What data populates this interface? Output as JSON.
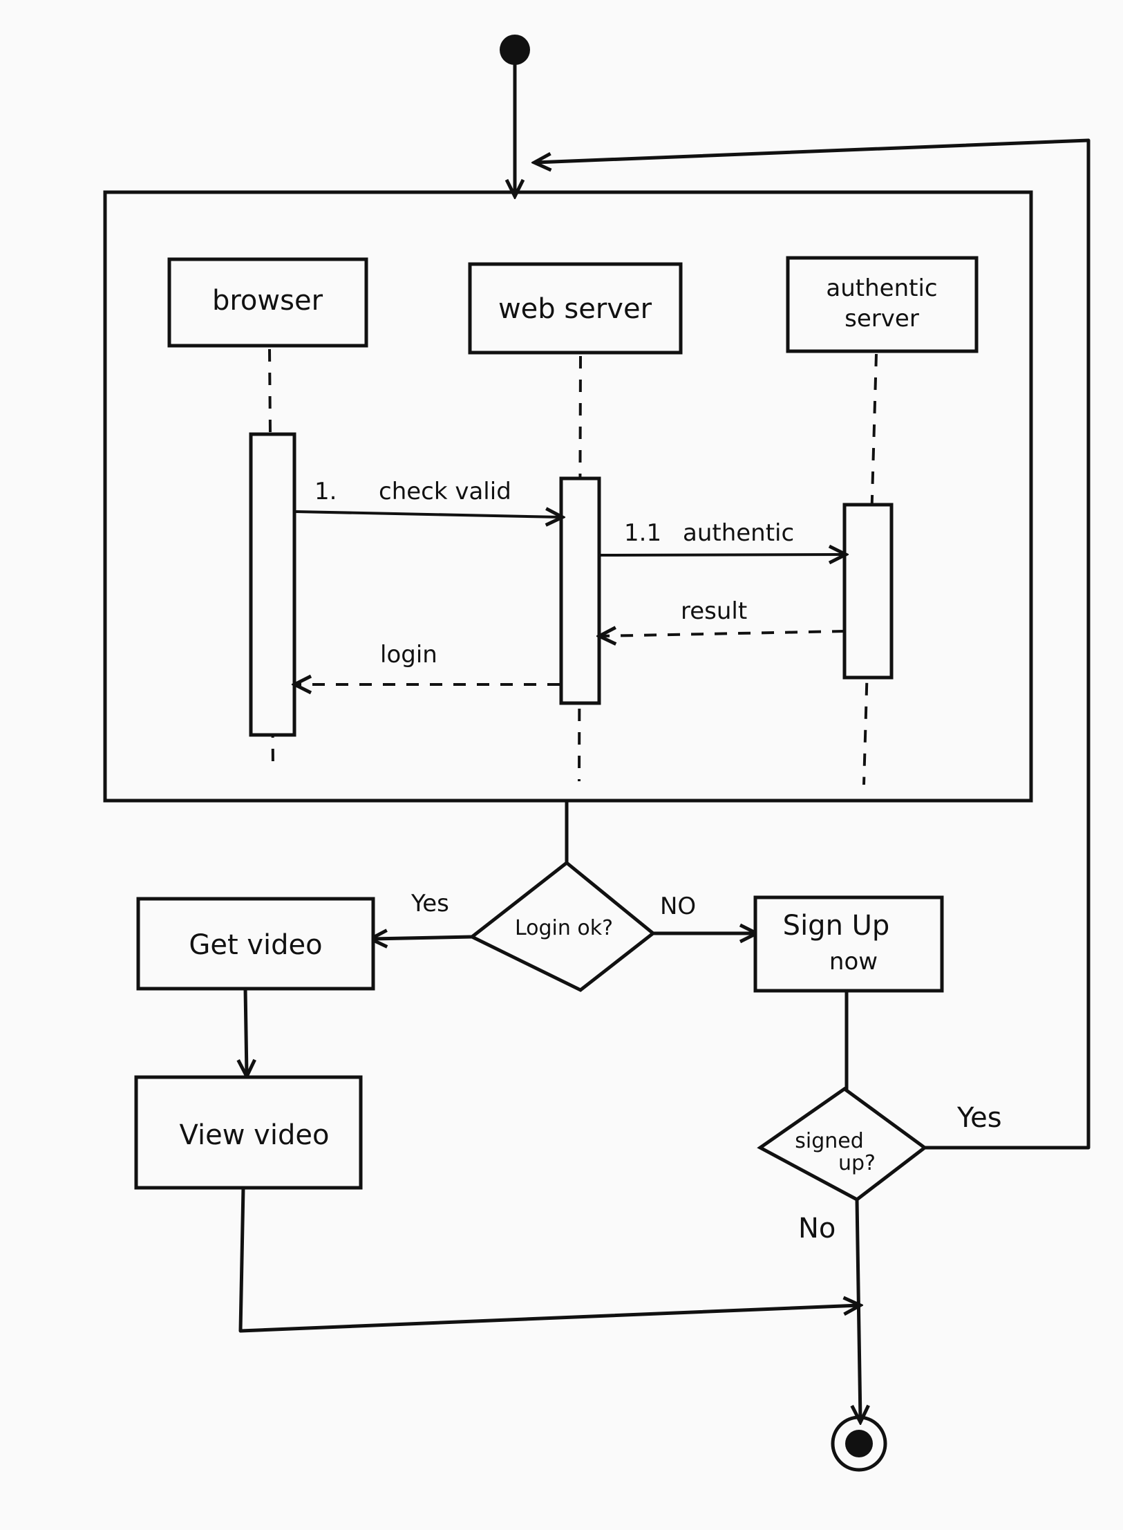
{
  "sequence_frame": {
    "lifelines": [
      {
        "label_lines": [
          "browser"
        ]
      },
      {
        "label_lines": [
          "web server"
        ]
      },
      {
        "label_lines": [
          "authentic",
          "server"
        ]
      }
    ],
    "messages": [
      {
        "number": "1.",
        "text": "check valid"
      },
      {
        "number": "1.1",
        "text": "authentic"
      },
      {
        "number": "",
        "text": "result"
      },
      {
        "number": "",
        "text": "login"
      }
    ]
  },
  "activity": {
    "decision_login": "Login ok?",
    "branch_yes": "Yes",
    "branch_no": "NO",
    "get_video": "Get video",
    "view_video": "View video",
    "sign_up_lines": [
      "Sign Up",
      "now"
    ],
    "decision_signed_lines": [
      "signed",
      "up?"
    ],
    "signed_yes": "Yes",
    "signed_no": "No"
  },
  "colors": {
    "ink": "#111111",
    "paper": "#fafafa"
  }
}
